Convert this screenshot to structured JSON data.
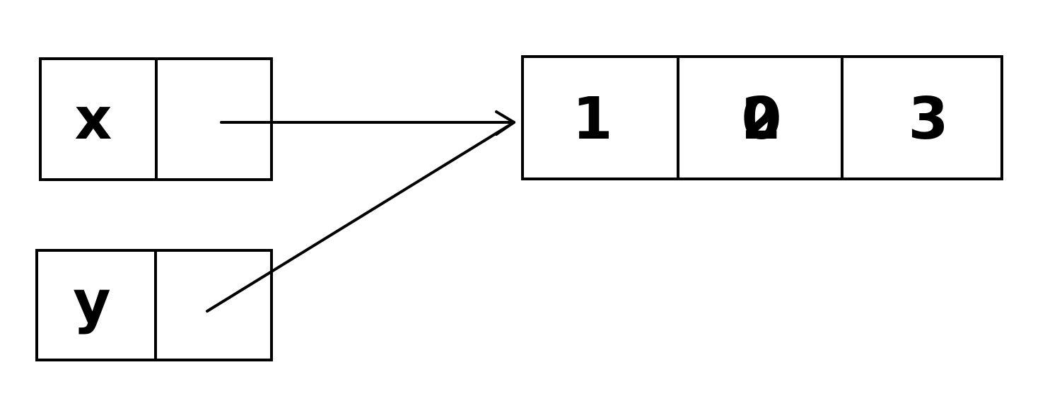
{
  "variables": [
    {
      "name": "x"
    },
    {
      "name": "y"
    }
  ],
  "list": {
    "cells": [
      {
        "value": "1"
      },
      {
        "original": "2",
        "value": "0"
      },
      {
        "value": "3"
      }
    ]
  },
  "colors": {
    "stroke": "#000000",
    "text": "#000000",
    "updated_value": "#ff0000"
  }
}
